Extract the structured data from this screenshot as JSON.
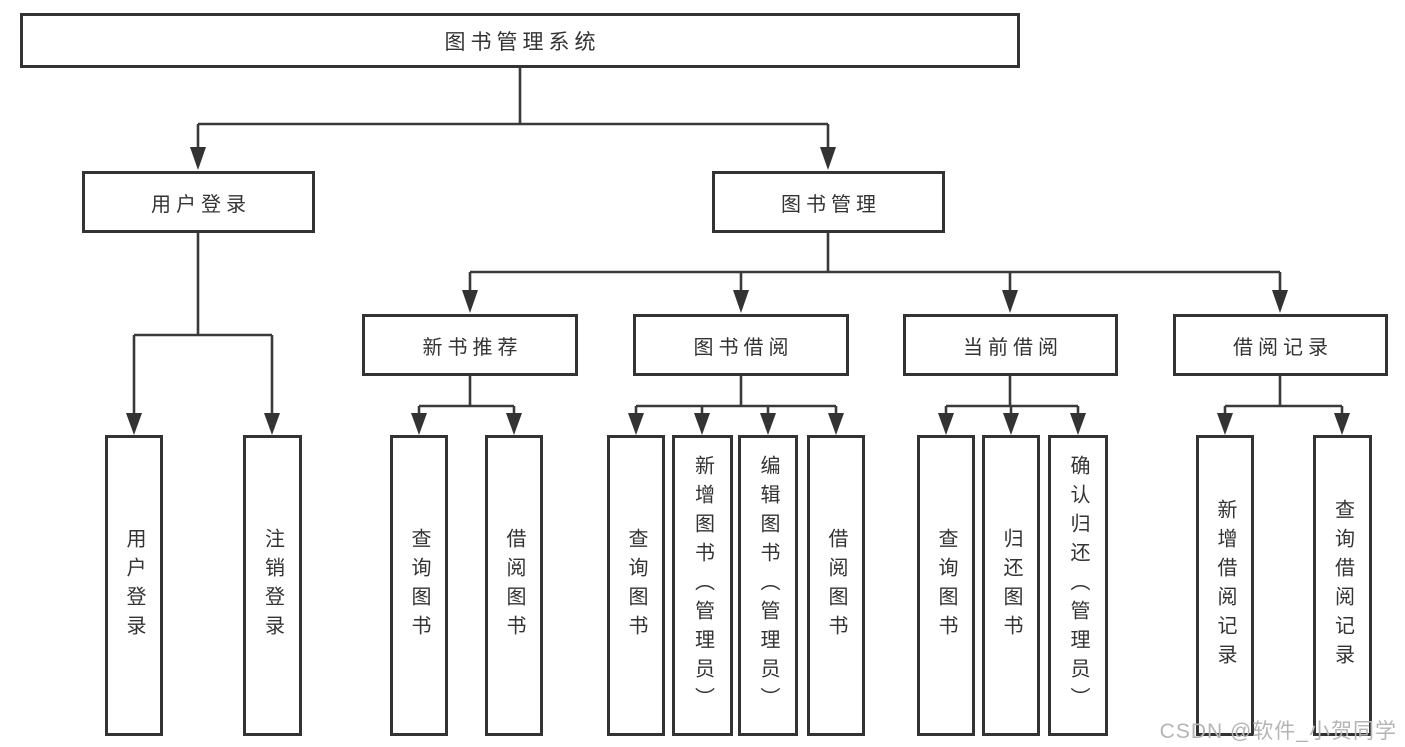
{
  "diagram": {
    "root": {
      "label": "图书管理系统"
    },
    "level2": [
      {
        "label": "用户登录"
      },
      {
        "label": "图书管理"
      }
    ],
    "level3": [
      {
        "label": "新书推荐"
      },
      {
        "label": "图书借阅"
      },
      {
        "label": "当前借阅"
      },
      {
        "label": "借阅记录"
      }
    ],
    "leaves": [
      {
        "label": "用户登录"
      },
      {
        "label": "注销登录"
      },
      {
        "label": "查询图书"
      },
      {
        "label": "借阅图书"
      },
      {
        "label": "查询图书"
      },
      {
        "label": "新增图书（管理员）"
      },
      {
        "label": "编辑图书（管理员）"
      },
      {
        "label": "借阅图书"
      },
      {
        "label": "查询图书"
      },
      {
        "label": "归还图书"
      },
      {
        "label": "确认归还（管理员）"
      },
      {
        "label": "新增借阅记录"
      },
      {
        "label": "查询借阅记录"
      }
    ],
    "watermark": "CSDN @软件_小贺同学",
    "colors": {
      "line": "#3a3a3a",
      "border": "#333333",
      "text": "#333333",
      "watermark": "#b5b5b5",
      "background": "#ffffff"
    }
  }
}
